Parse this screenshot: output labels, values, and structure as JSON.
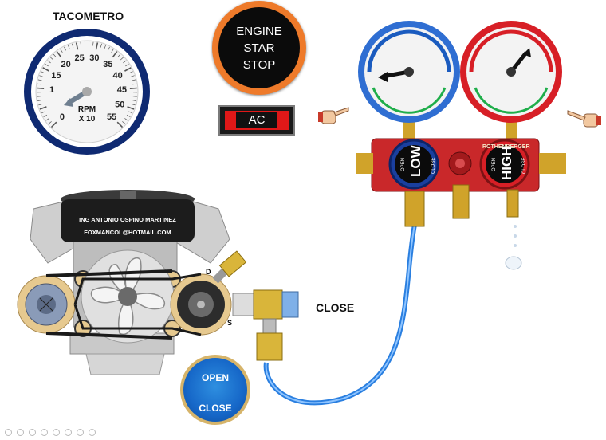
{
  "tachometer": {
    "title": "TACOMETRO",
    "ticks": [
      "0",
      "1",
      "15",
      "20",
      "25",
      "30",
      "35",
      "40",
      "45",
      "50",
      "55"
    ],
    "unit_line1": "RPM",
    "unit_line2": "X 10"
  },
  "engine_button": {
    "line1": "ENGINE",
    "line2": "STAR",
    "line3": "STOP"
  },
  "ac_button": {
    "label": "AC"
  },
  "engine": {
    "name_label": "ING ANTONIO OSPINO MARTINEZ",
    "email_label": "FOXMANCOL@HOTMAIL.COM",
    "port_discharge": "D",
    "port_suction": "S"
  },
  "manifold": {
    "low_label": "LOW",
    "high_label": "HIGH",
    "open_label": "OPEN",
    "close_label": "CLOSE",
    "brand": "ROTHENBERGER"
  },
  "service_valve_status": "CLOSE",
  "valve_button": {
    "open_label": "OPEN",
    "close_label": "CLOSE"
  },
  "colors": {
    "low_side": "#2f6ed2",
    "high_side": "#d71f26",
    "hose": "#2a7fe0",
    "start_ring": "#ee7a2a",
    "ac_red": "#e01818"
  },
  "icons": [
    "pointing-hand-icon",
    "pointing-hand-icon"
  ]
}
